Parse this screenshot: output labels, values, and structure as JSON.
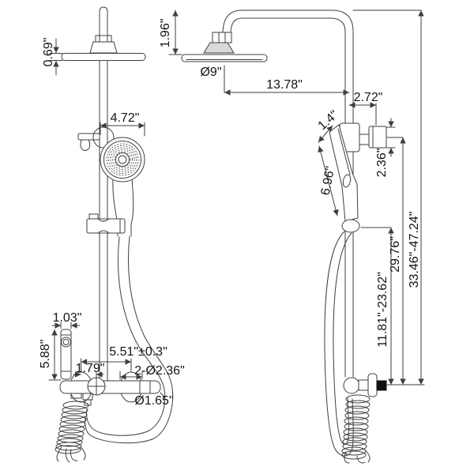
{
  "page": {
    "background": "#ffffff",
    "line_color": "#3f3f3f",
    "text_color": "#141414",
    "connector_color": "#111111"
  },
  "diagram": {
    "description": "Two-view dimensional line drawing of a wall-mounted shower system: rain shower head, handheld shower on sliding bracket, diverter valve bar with sprayer wand and coiled hose",
    "views": [
      {
        "id": "front",
        "name": "front view"
      },
      {
        "id": "side",
        "name": "side view"
      }
    ],
    "dimensions": {
      "head_plate_thickness": "0.69\"",
      "hand_shower_face_width": "4.72\"",
      "head_drop_height": "1.96\"",
      "head_diameter": "Ø9\"",
      "arm_reach": "13.78\"",
      "slider_knob_reach": "2.72\"",
      "hand_shower_thickness": "1.4\"",
      "hand_shower_length": "6.96\"",
      "slider_bracket_height": "2.36\"",
      "overall_height_range": "33.46\"-47.24\"",
      "knob_to_outlet": "29.76\"",
      "slide_adjust_range": "11.81\"-23.62\"",
      "sprayer_width": "1.03\"",
      "sprayer_length": "5.88\"",
      "valve_center_distance": "5.51\"±0.3\"",
      "handle_offset": "1.79\"",
      "escutcheon_diameter": "2-Ø2.36\"",
      "spout_diameter": "Ø1.65\""
    }
  }
}
